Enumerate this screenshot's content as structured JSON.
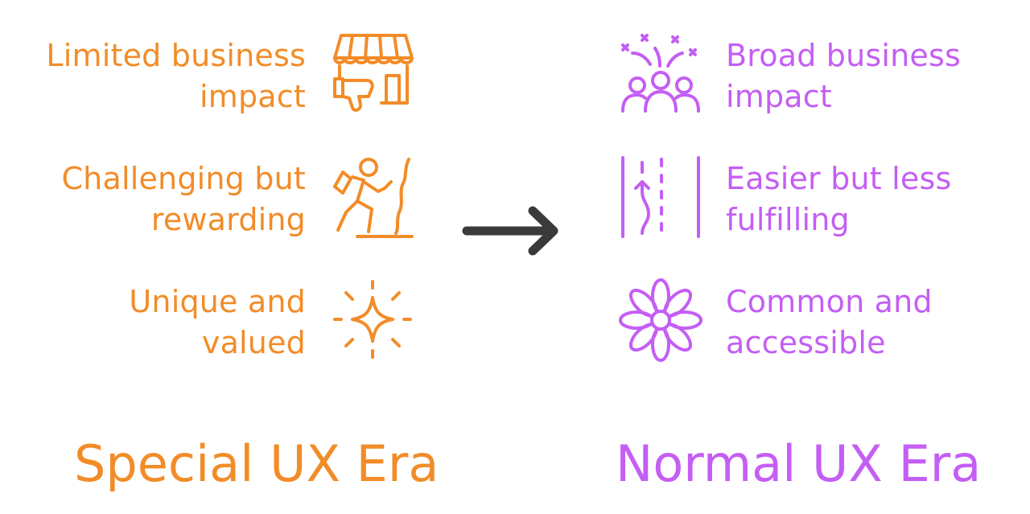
{
  "left": {
    "color": "#f28c28",
    "title": "Special UX Era",
    "items": [
      {
        "line1": "Limited business",
        "line2": "impact",
        "icon": "storefront-thumbs-down-icon"
      },
      {
        "line1": "Challenging but",
        "line2": "rewarding",
        "icon": "hiker-climbing-icon"
      },
      {
        "line1": "Unique and",
        "line2": "valued",
        "icon": "sparkle-icon"
      }
    ]
  },
  "right": {
    "color": "#c45ef4",
    "title": "Normal UX Era",
    "items": [
      {
        "line1": "Broad business",
        "line2": "impact",
        "icon": "celebrating-people-icon"
      },
      {
        "line1": "Easier but less",
        "line2": "fulfilling",
        "icon": "road-lanes-icon"
      },
      {
        "line1": "Common and",
        "line2": "accessible",
        "icon": "daisy-flower-icon"
      }
    ]
  },
  "arrow": {
    "icon": "right-arrow-icon",
    "color": "#3a3a3a"
  }
}
